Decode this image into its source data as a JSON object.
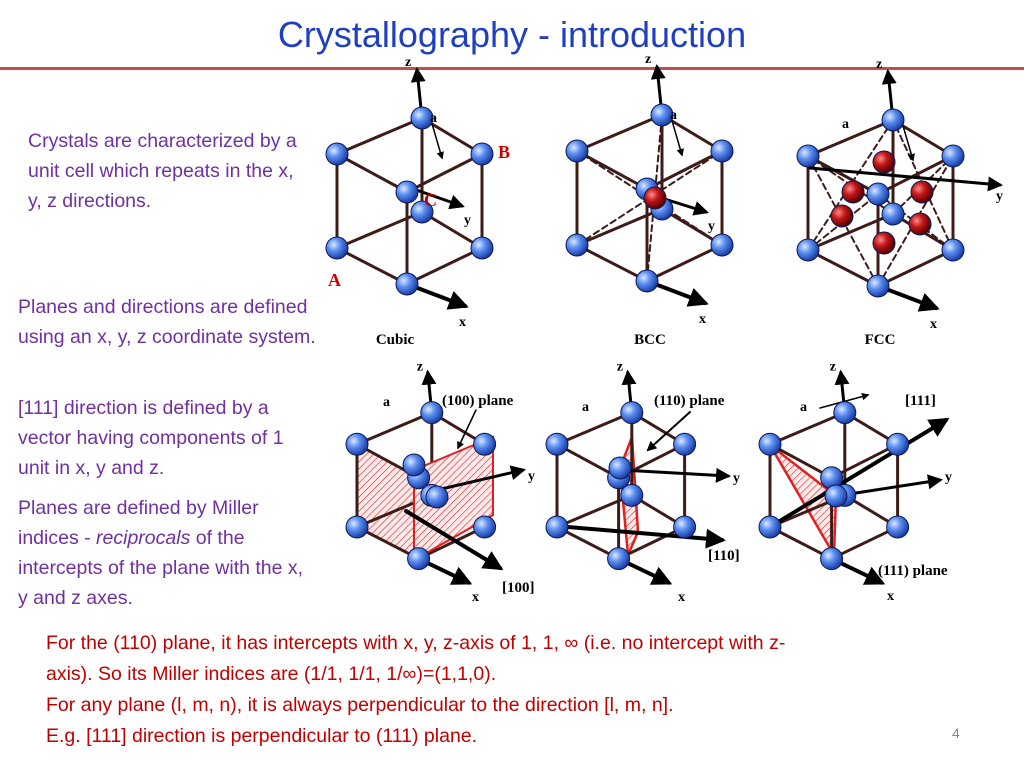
{
  "title": "Crystallography - introduction",
  "text": {
    "p1": "Crystals are characterized by a unit cell which repeats in the x, y, z directions.",
    "p2": "Planes and directions are defined using an x, y, z coordinate system.",
    "p3": "[111] direction is defined by a vector having components of 1 unit in x, y and z.",
    "p4_before": "Planes are defined by Miller indices - ",
    "p4_italic": "reciprocals",
    "p4_after": " of the intercepts of the plane with the x, y and z axes."
  },
  "bottom": {
    "line1": "For the (110) plane, it has intercepts with x, y, z-axis of 1, 1, ∞ (i.e. no intercept with z-",
    "line2": "axis). So its Miller indices are (1/1, 1/1, 1/∞)=(1,1,0).",
    "line3": "For any plane (l, m, n), it is always perpendicular to the direction [l, m, n].",
    "line4": "E.g. [111] direction is perpendicular to (111) plane."
  },
  "page_number": "4",
  "diagram": {
    "axis_x": "x",
    "axis_y": "y",
    "axis_z": "z",
    "lattice_param": "a",
    "cubic_caption": "Cubic",
    "bcc_caption": "BCC",
    "fcc_caption": "FCC",
    "corner_a": "A",
    "corner_b": "B",
    "corner_c": "C",
    "plane_100": "(100) plane",
    "plane_110": "(110) plane",
    "plane_111": "(111) plane",
    "dir_100": "[100]",
    "dir_110": "[110]",
    "dir_111": "[111]"
  },
  "colors": {
    "title": "#1f3fbf",
    "body_text": "#7030a0",
    "bottom_text": "#c00000",
    "rule": "#c0504d",
    "atom_corner": "#4a7de0",
    "atom_inner": "#b81414",
    "edge": "#3d1c18",
    "plane": "#e02020",
    "label_red": "#cc0000"
  }
}
